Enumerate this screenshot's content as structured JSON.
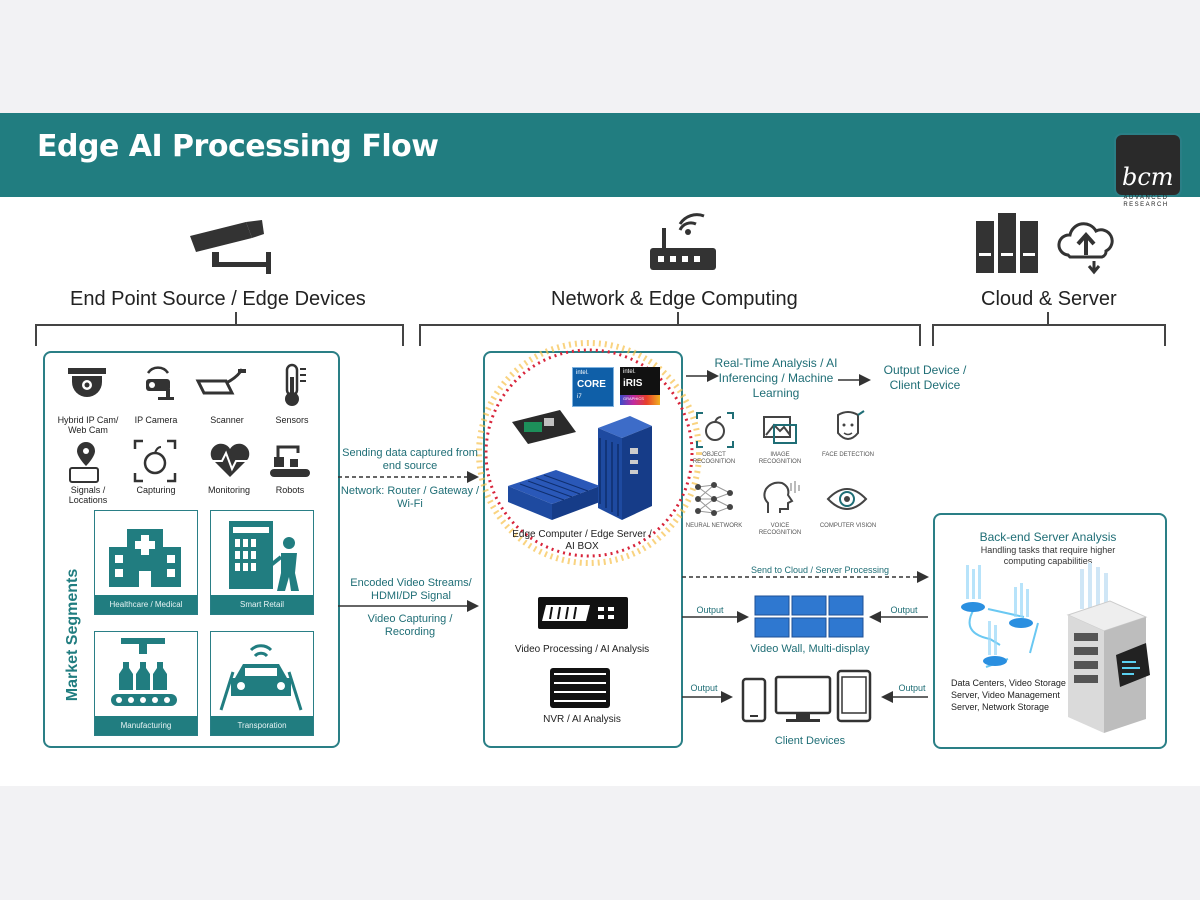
{
  "header": {
    "title": "Edge AI Processing Flow",
    "logo_text": "bcm",
    "logo_sub": "ADVANCED RESEARCH"
  },
  "columns": {
    "endpoint": "End Point Source / Edge Devices",
    "network": "Network & Edge Computing",
    "cloud": "Cloud & Server"
  },
  "devices": [
    {
      "label": "Hybrid IP Cam/ Web Cam",
      "icon": "dome-camera-icon"
    },
    {
      "label": "IP Camera",
      "icon": "ip-camera-icon"
    },
    {
      "label": "Scanner",
      "icon": "scanner-icon"
    },
    {
      "label": "Sensors",
      "icon": "thermometer-icon"
    },
    {
      "label": "Signals / Locations",
      "icon": "location-signal-icon"
    },
    {
      "label": "Capturing",
      "icon": "apple-capture-icon"
    },
    {
      "label": "Monitoring",
      "icon": "heart-monitor-icon"
    },
    {
      "label": "Robots",
      "icon": "robot-arm-icon"
    }
  ],
  "segments": {
    "title": "Market Segments",
    "tiles": [
      "Healthcare / Medical",
      "Smart Retail",
      "Manufacturing",
      "Transporation"
    ]
  },
  "flows": {
    "sending": "Sending data captured from end source",
    "network": "Network: Router / Gateway / Wi-Fi",
    "encoded": "Encoded Video Streams/ HDMI/DP Signal",
    "capturing": "Video Capturing / Recording",
    "send_cloud": "Send to Cloud / Server Processing",
    "output": "Output"
  },
  "edge": {
    "cpu_brand": "intel.",
    "cpu_name": "CORE",
    "cpu_tier": "i7",
    "gpu_brand": "intel.",
    "gpu_name": "iRIS",
    "gpu_sub": "GRAPHICS",
    "caption": "Edge Computer / Edge Server / AI BOX",
    "video_processing": "Video Processing / AI Analysis",
    "nvr": "NVR / AI Analysis"
  },
  "analysis": {
    "realtime": "Real-Time Analysis / AI Inferencing / Machine Learning",
    "output_device": "Output Device / Client Device",
    "items": [
      "OBJECT RECOGNITION",
      "IMAGE RECOGNITION",
      "FACE DETECTION",
      "NEURAL NETWORK",
      "VOICE RECOGNITION",
      "COMPUTER VISION"
    ]
  },
  "video_wall": "Video Wall, Multi-display",
  "client_devices": "Client Devices",
  "backend": {
    "title": "Back-end Server Analysis",
    "subtitle": "Handling tasks that require higher computing capabilities",
    "details": "Data Centers, Video Storage Server, Video Management Server, Network Storage"
  },
  "colors": {
    "banner": "#217d80",
    "teal_text": "#1f6e76",
    "box_border": "#2a7f86",
    "device_blue": "#1e4aa0"
  }
}
